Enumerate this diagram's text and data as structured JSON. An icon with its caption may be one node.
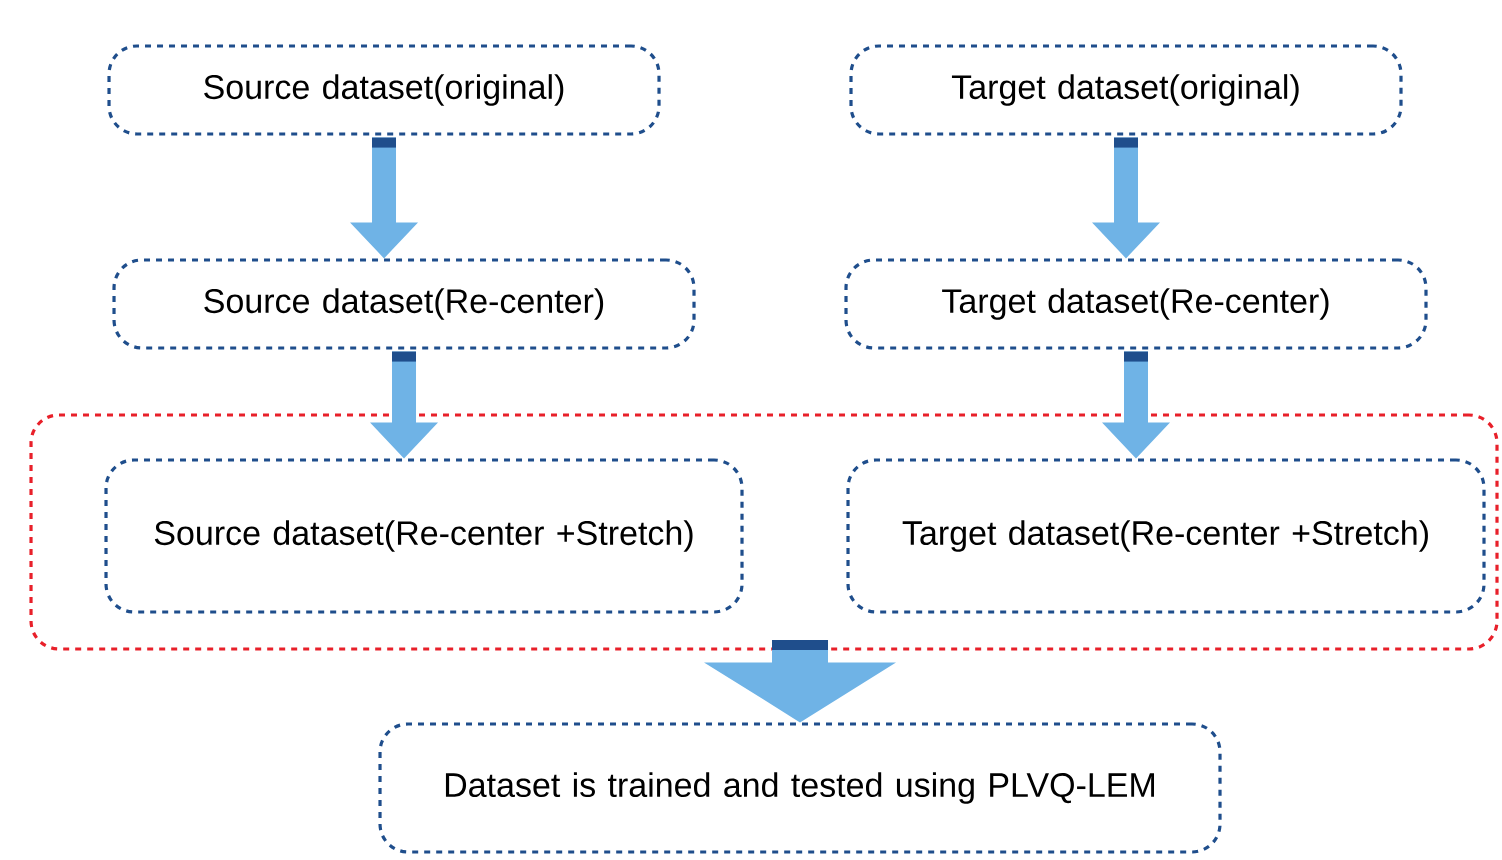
{
  "diagram": {
    "nodes": [
      {
        "text": [
          "Source dataset(original)"
        ]
      },
      {
        "text": [
          "Target dataset(original)"
        ]
      },
      {
        "text": [
          "Source dataset(Re-center)"
        ]
      },
      {
        "text": [
          "Target dataset(Re-center)"
        ]
      },
      {
        "text": [],
        "shape": "box"
      },
      {
        "text": [
          "Source dataset(Re-center +Stretch)"
        ],
        "in": 4
      },
      {
        "text": [
          "Target dataset(Re-center +Stretch)"
        ],
        "in": 4
      },
      {
        "text": [
          "Dataset is trained and tested using PLVQ-LEM"
        ]
      }
    ],
    "edges": [
      {
        "from": 0,
        "to": 2,
        "arrow": "to"
      },
      {
        "from": 1,
        "to": 3,
        "arrow": "to"
      },
      {
        "from": 2,
        "to": 5,
        "arrow": "to"
      },
      {
        "from": 3,
        "to": 6,
        "arrow": "to"
      },
      {
        "from": 4,
        "to": 7,
        "arrow": "to"
      }
    ]
  }
}
